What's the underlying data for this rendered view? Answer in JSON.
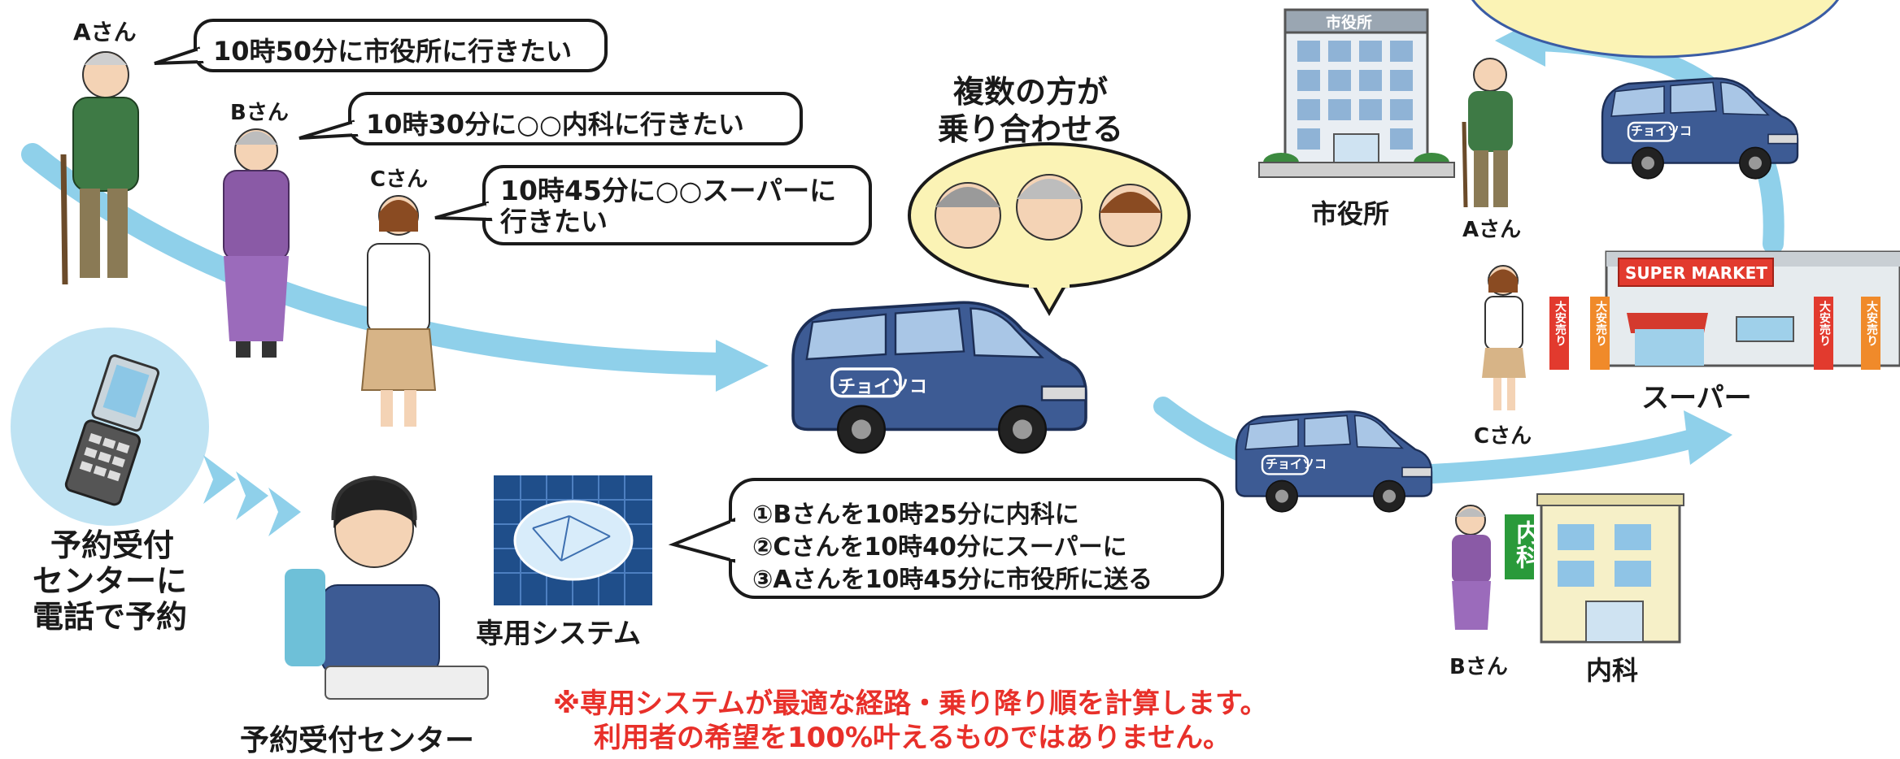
{
  "people": {
    "a": {
      "label": "Aさん",
      "speech": "10時50分に市役所に行きたい"
    },
    "b": {
      "label": "Bさん",
      "speech": "10時30分に○○内科に行きたい"
    },
    "c": {
      "label": "Cさん",
      "speech_line1": "10時45分に○○スーパーに",
      "speech_line2": "行きたい"
    }
  },
  "shared_ride": {
    "line1": "複数の方が",
    "line2": "乗り合わせる"
  },
  "vehicle_logo": "チョイソコ",
  "phone": {
    "line1": "予約受付",
    "line2": "センターに",
    "line3": "電話で予約"
  },
  "system": {
    "label": "専用システム",
    "plan": [
      "①Bさんを10時25分に内科に",
      "②Cさんを10時40分にスーパーに",
      "③Aさんを10時45分に市役所に送る"
    ]
  },
  "center_label": "予約受付センター",
  "destinations": {
    "city_hall": {
      "sign": "市役所",
      "label": "市役所",
      "person": "Aさん"
    },
    "supermarket": {
      "sign": "SUPER MARKET",
      "label": "スーパー",
      "person": "Cさん",
      "banner": "大安売り"
    },
    "clinic": {
      "sign": "内科",
      "label": "内科",
      "person": "Bさん"
    }
  },
  "note": {
    "line1": "※専用システムが最適な経路・乗り降り順を計算します。",
    "line2": "利用者の希望を100%叶えるものではありません。"
  },
  "colors": {
    "route": "#8fd0ea",
    "van": "#3d5b94",
    "note": "#e8302a",
    "balloon": "#fbf3b5"
  }
}
